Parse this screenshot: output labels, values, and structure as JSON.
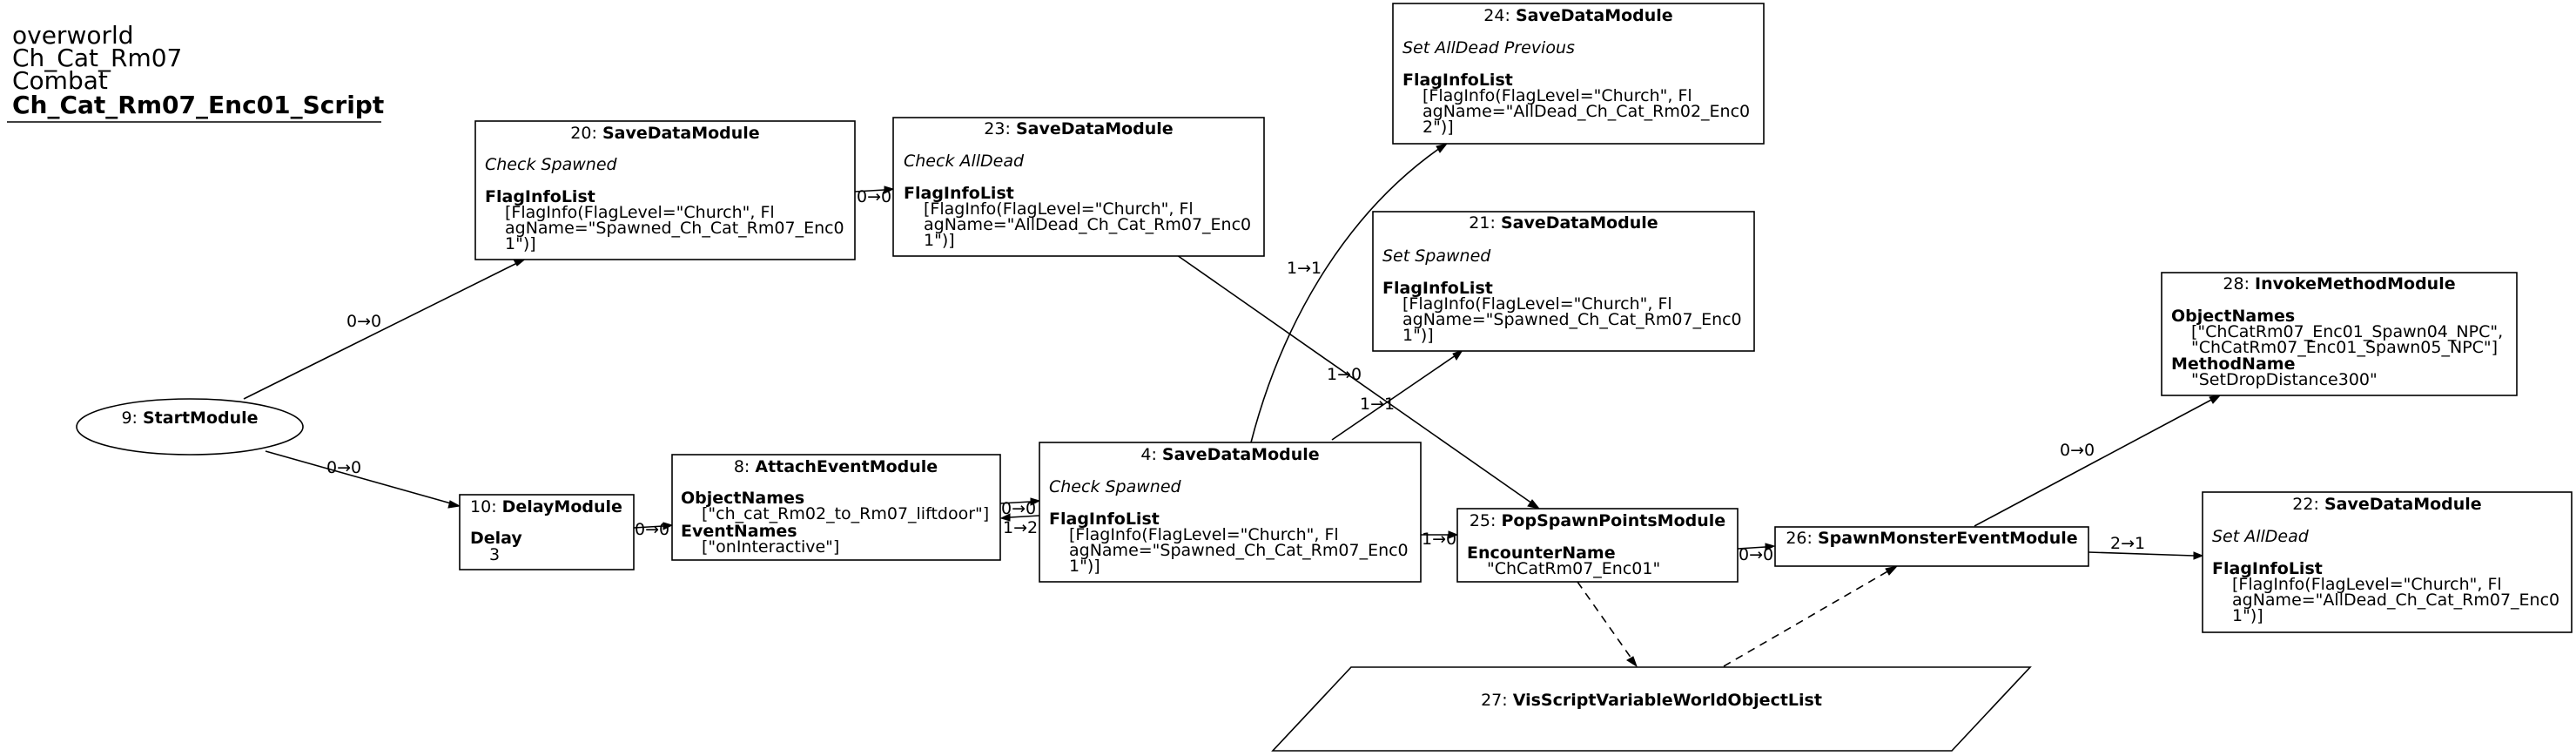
{
  "header": {
    "lines": [
      "overworld",
      "Ch_Cat_Rm07",
      "Combat"
    ],
    "script_name": "Ch_Cat_Rm07_Enc01_Script"
  },
  "nodes": {
    "n9": {
      "id": "9",
      "type": "StartModule"
    },
    "n10": {
      "id": "10",
      "type": "DelayModule",
      "props": [
        {
          "label": "Delay",
          "values": [
            "3"
          ]
        }
      ]
    },
    "n8": {
      "id": "8",
      "type": "AttachEventModule",
      "props": [
        {
          "label": "ObjectNames",
          "values": [
            "[\"ch_cat_Rm02_to_Rm07_liftdoor\"]"
          ]
        },
        {
          "label": "EventNames",
          "values": [
            "[\"onInteractive\"]"
          ]
        }
      ]
    },
    "n4": {
      "id": "4",
      "type": "SaveDataModule",
      "comment": "Check Spawned",
      "props": [
        {
          "label": "FlagInfoList",
          "values": [
            "[FlagInfo(FlagLevel=\"Church\", Fl",
            "agName=\"Spawned_Ch_Cat_Rm07_Enc0",
            "1\")]"
          ]
        }
      ]
    },
    "n20": {
      "id": "20",
      "type": "SaveDataModule",
      "comment": "Check Spawned",
      "props": [
        {
          "label": "FlagInfoList",
          "values": [
            "[FlagInfo(FlagLevel=\"Church\", Fl",
            "agName=\"Spawned_Ch_Cat_Rm07_Enc0",
            "1\")]"
          ]
        }
      ]
    },
    "n23": {
      "id": "23",
      "type": "SaveDataModule",
      "comment": "Check AllDead",
      "props": [
        {
          "label": "FlagInfoList",
          "values": [
            "[FlagInfo(FlagLevel=\"Church\", Fl",
            "agName=\"AllDead_Ch_Cat_Rm07_Enc0",
            "1\")]"
          ]
        }
      ]
    },
    "n24": {
      "id": "24",
      "type": "SaveDataModule",
      "comment": "Set AllDead Previous",
      "props": [
        {
          "label": "FlagInfoList",
          "values": [
            "[FlagInfo(FlagLevel=\"Church\", Fl",
            "agName=\"AllDead_Ch_Cat_Rm02_Enc0",
            "2\")]"
          ]
        }
      ]
    },
    "n21": {
      "id": "21",
      "type": "SaveDataModule",
      "comment": "Set Spawned",
      "props": [
        {
          "label": "FlagInfoList",
          "values": [
            "[FlagInfo(FlagLevel=\"Church\", Fl",
            "agName=\"Spawned_Ch_Cat_Rm07_Enc0",
            "1\")]"
          ]
        }
      ]
    },
    "n25": {
      "id": "25",
      "type": "PopSpawnPointsModule",
      "props": [
        {
          "label": "EncounterName",
          "values": [
            "\"ChCatRm07_Enc01\""
          ]
        }
      ]
    },
    "n26": {
      "id": "26",
      "type": "SpawnMonsterEventModule"
    },
    "n27": {
      "id": "27",
      "type": "VisScriptVariableWorldObjectList"
    },
    "n28": {
      "id": "28",
      "type": "InvokeMethodModule",
      "props": [
        {
          "label": "ObjectNames",
          "values": [
            "[\"ChCatRm07_Enc01_Spawn04_NPC\",",
            "\"ChCatRm07_Enc01_Spawn05_NPC\"]"
          ]
        },
        {
          "label": "MethodName",
          "values": [
            "\"SetDropDistance300\""
          ]
        }
      ]
    },
    "n22": {
      "id": "22",
      "type": "SaveDataModule",
      "comment": "Set AllDead",
      "props": [
        {
          "label": "FlagInfoList",
          "values": [
            "[FlagInfo(FlagLevel=\"Church\", Fl",
            "agName=\"AllDead_Ch_Cat_Rm07_Enc0",
            "1\")]"
          ]
        }
      ]
    }
  },
  "edges": [
    {
      "from": "9",
      "to": "20",
      "label": "0→0",
      "style": "solid"
    },
    {
      "from": "9",
      "to": "10",
      "label": "0→0",
      "style": "solid"
    },
    {
      "from": "10",
      "to": "8",
      "label": "0→0",
      "style": "solid"
    },
    {
      "from": "8",
      "to": "4",
      "label": "0→0",
      "style": "solid"
    },
    {
      "from": "4",
      "to": "8",
      "label": "1→2",
      "style": "solid"
    },
    {
      "from": "20",
      "to": "23",
      "label": "0→0",
      "style": "solid"
    },
    {
      "from": "23",
      "to": "25",
      "label": "1→0",
      "style": "solid"
    },
    {
      "from": "4",
      "to": "24",
      "label": "1→1",
      "style": "solid"
    },
    {
      "from": "4",
      "to": "21",
      "label": "1→1",
      "style": "solid"
    },
    {
      "from": "4",
      "to": "25",
      "label": "1→0",
      "style": "solid"
    },
    {
      "from": "25",
      "to": "26",
      "label": "0→0",
      "style": "solid"
    },
    {
      "from": "26",
      "to": "28",
      "label": "0→0",
      "style": "solid"
    },
    {
      "from": "26",
      "to": "22",
      "label": "2→1",
      "style": "solid"
    },
    {
      "from": "25",
      "to": "27",
      "label": "",
      "style": "dashed"
    },
    {
      "from": "27",
      "to": "26",
      "label": "",
      "style": "dashed"
    }
  ]
}
